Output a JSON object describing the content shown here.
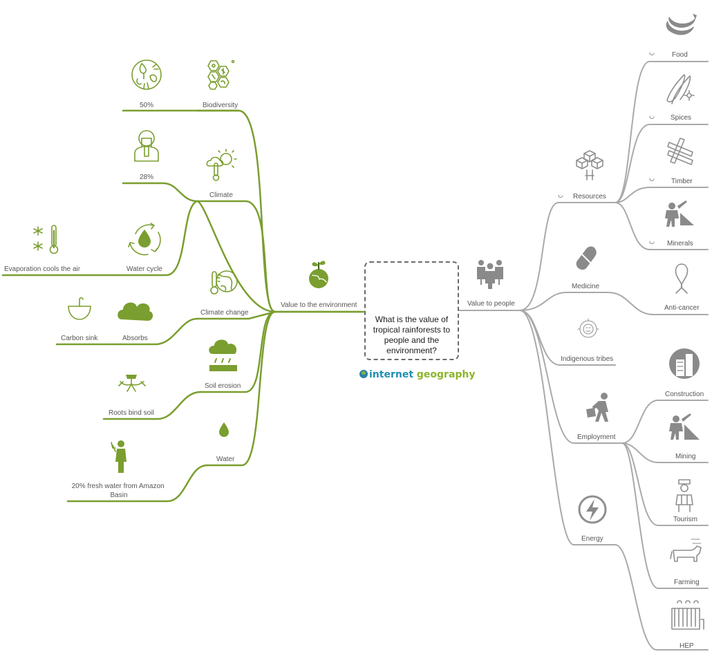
{
  "central": {
    "question": "What is the value of tropical rainforests to people and the environment?",
    "brand_part1": "internet",
    "brand_part2": "geography",
    "icon": "rainforest-trees-icon"
  },
  "environment": {
    "label": "Value to the environment",
    "icon": "plant-globe-icon",
    "color": "#7a9e2f",
    "branches": [
      {
        "label": "Biodiversity",
        "icon": "hexagon-species-icon",
        "children": [
          {
            "label": "50%",
            "icon": "plants-animals-icon"
          }
        ]
      },
      {
        "label": "Climate",
        "icon": "sun-cloud-thermometer-icon",
        "children": [
          {
            "label": "28%",
            "icon": "person-breathing-mask-icon"
          }
        ]
      },
      {
        "label": "Water cycle",
        "icon": "water-cycle-droplet-icon",
        "children": [
          {
            "label": "Evaporation cools the air",
            "icon": "snowflake-thermometer-icon"
          }
        ]
      },
      {
        "label": "Climate change",
        "icon": "thermometer-globe-icon",
        "children": [
          {
            "label": "Absorbs",
            "icon": "co2-cloud-icon"
          },
          {
            "label": "Carbon sink",
            "icon": "sink-icon"
          }
        ]
      },
      {
        "label": "Soil erosion",
        "icon": "rain-cloud-soil-icon",
        "children": [
          {
            "label": "Roots bind soil",
            "icon": "tree-roots-icon"
          }
        ]
      },
      {
        "label": "Water",
        "icon": "water-drop-icon",
        "children": [
          {
            "label": "20% fresh water from Amazon Basin",
            "icon": "person-drinking-icon"
          }
        ]
      }
    ]
  },
  "people": {
    "label": "Value to people",
    "icon": "group-people-icon",
    "color": "#a8a8a8",
    "branches": [
      {
        "label": "Resources",
        "icon": "boxes-resources-icon",
        "children": [
          {
            "label": "Food",
            "icon": "bananas-icon"
          },
          {
            "label": "Spices",
            "icon": "vanilla-spice-icon"
          },
          {
            "label": "Timber",
            "icon": "timber-planks-icon"
          },
          {
            "label": "Minerals",
            "icon": "miner-icon"
          }
        ]
      },
      {
        "label": "Medicine",
        "icon": "capsule-pill-icon",
        "children": [
          {
            "label": "Anti-cancer",
            "icon": "awareness-ribbon-icon"
          }
        ]
      },
      {
        "label": "Indigenous tribes",
        "icon": "tribal-mask-icon",
        "children": []
      },
      {
        "label": "Employment",
        "icon": "worker-walking-icon",
        "children": [
          {
            "label": "Construction",
            "icon": "construction-building-icon"
          },
          {
            "label": "Mining",
            "icon": "miner-pickaxe-icon"
          },
          {
            "label": "Tourism",
            "icon": "tourist-backpack-icon"
          },
          {
            "label": "Farming",
            "icon": "cattle-farm-icon"
          }
        ]
      },
      {
        "label": "Energy",
        "icon": "lightning-bolt-icon",
        "children": [
          {
            "label": "HEP",
            "icon": "hydro-dam-icon"
          }
        ]
      }
    ]
  }
}
